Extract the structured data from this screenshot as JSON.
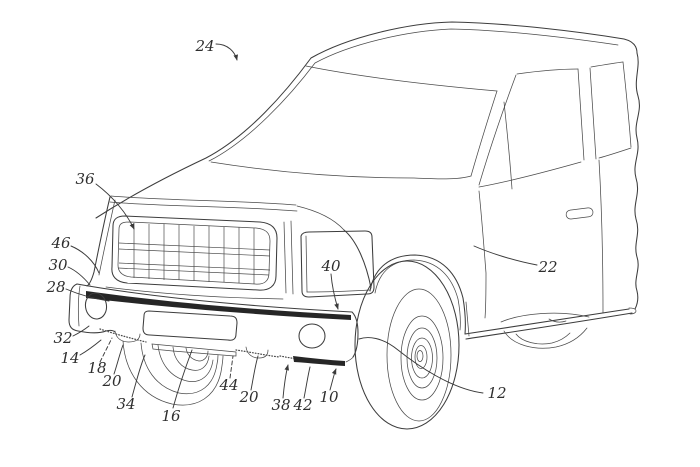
{
  "figure": {
    "kind": "patent line drawing",
    "subject": "pickup truck front three-quarter view with reference numerals",
    "colors": {
      "background": "#ffffff",
      "line": "#3d3d3d",
      "dark_fill": "#262626",
      "label_text": "#2e2e2e"
    },
    "labels": [
      {
        "text": "24",
        "leader": "arrow"
      },
      {
        "text": "36",
        "leader": "arrow"
      },
      {
        "text": "46",
        "leader": "plain"
      },
      {
        "text": "30",
        "leader": "plain"
      },
      {
        "text": "28",
        "leader": "plain"
      },
      {
        "text": "32",
        "leader": "plain"
      },
      {
        "text": "14",
        "leader": "plain"
      },
      {
        "text": "18",
        "leader": "dashed"
      },
      {
        "text": "20",
        "leader": "plain"
      },
      {
        "text": "34",
        "leader": "plain"
      },
      {
        "text": "16",
        "leader": "plain"
      },
      {
        "text": "44",
        "leader": "dashed"
      },
      {
        "text": "20",
        "leader": "plain"
      },
      {
        "text": "38",
        "leader": "arrow"
      },
      {
        "text": "42",
        "leader": "plain"
      },
      {
        "text": "10",
        "leader": "arrow"
      },
      {
        "text": "40",
        "leader": "arrow"
      },
      {
        "text": "22",
        "leader": "plain"
      },
      {
        "text": "12",
        "leader": "plain"
      }
    ]
  }
}
